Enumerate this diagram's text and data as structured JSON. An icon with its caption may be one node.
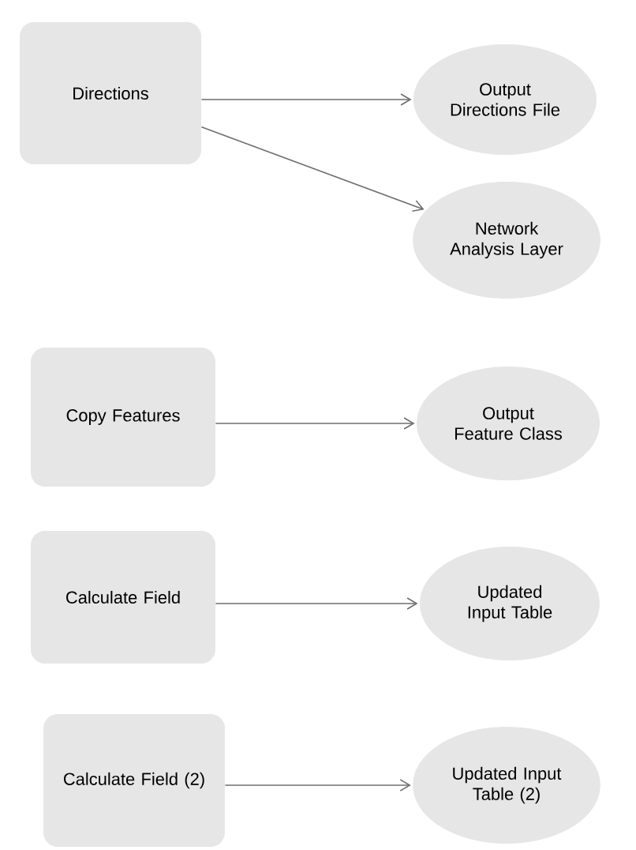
{
  "diagram": {
    "nodes": [
      {
        "text": [
          "Directions"
        ]
      },
      {
        "text": [
          "Output Directions File"
        ]
      },
      {
        "text": [
          "Network Analysis Layer"
        ]
      },
      {
        "text": [
          "Copy Features"
        ]
      },
      {
        "text": [
          "Output Feature Class"
        ]
      },
      {
        "text": [
          "Calculate Field"
        ]
      },
      {
        "text": [
          "Updated Input Table"
        ]
      },
      {
        "text": [
          "Calculate Field (2)"
        ]
      },
      {
        "text": [
          "Updated Input Table (2)"
        ]
      }
    ],
    "edges": [
      {
        "from": 0,
        "to": 1,
        "arrow": "to"
      },
      {
        "from": 0,
        "to": 2,
        "arrow": "to"
      },
      {
        "from": 3,
        "to": 4,
        "arrow": "to"
      },
      {
        "from": 5,
        "to": 6,
        "arrow": "to"
      },
      {
        "from": 7,
        "to": 8,
        "arrow": "to"
      }
    ]
  }
}
